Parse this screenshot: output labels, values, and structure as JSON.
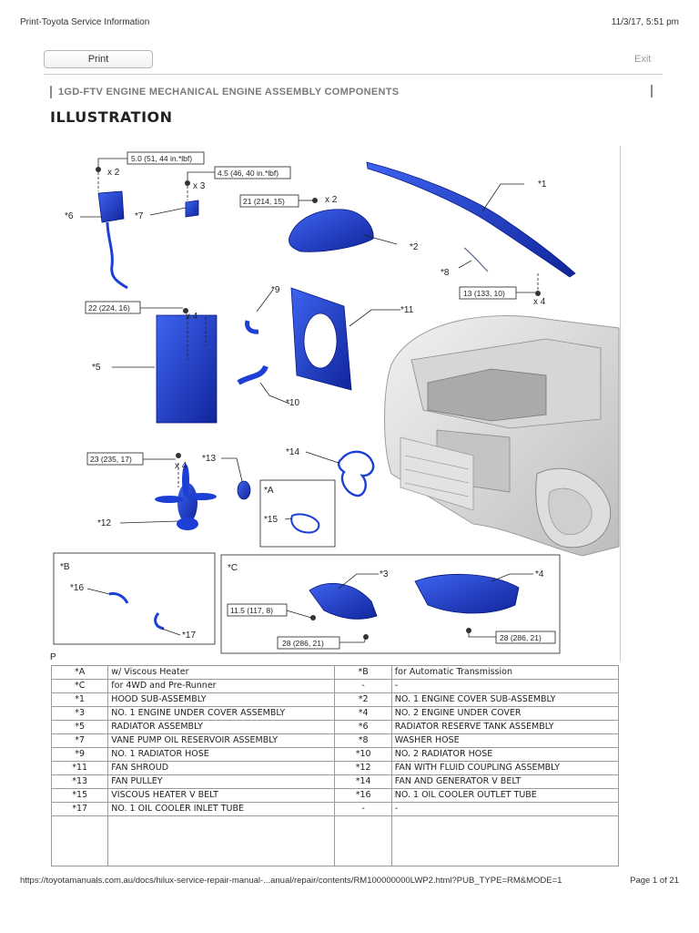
{
  "header": {
    "title": "Print-Toyota Service Information",
    "datetime": "11/3/17, 5:51 pm"
  },
  "toolbar": {
    "print_label": "Print",
    "exit_label": "Exit"
  },
  "breadcrumb": "1GD-FTV ENGINE MECHANICAL  ENGINE ASSEMBLY  COMPONENTS",
  "section_title": "ILLUSTRATION",
  "illustration": {
    "part_color": "#1d3fd6",
    "callouts": [
      "*1",
      "*2",
      "*3",
      "*4",
      "*5",
      "*6",
      "*7",
      "*8",
      "*9",
      "*10",
      "*11",
      "*12",
      "*13",
      "*14",
      "*15",
      "*16",
      "*17"
    ],
    "inset_labels": [
      "*A",
      "*B",
      "*C"
    ],
    "torque_labels": [
      "5.0 (51, 44 in.*lbf)",
      "4.5 (46, 40 in.*lbf)",
      "21 (214, 15)",
      "13 (133, 10)",
      "22 (224, 16)",
      "23 (235, 17)",
      "11.5 (117, 8)",
      "28 (286, 21)",
      "28 (286, 21)"
    ],
    "quantities": [
      "x 2",
      "x 3",
      "x 2",
      "x 4",
      "x 4",
      "x 4"
    ],
    "p_label": "P"
  },
  "legend": {
    "rows": [
      {
        "k1": "*A",
        "v1": "w/ Viscous Heater",
        "k2": "*B",
        "v2": "for Automatic Transmission"
      },
      {
        "k1": "*C",
        "v1": "for 4WD and Pre-Runner",
        "k2": "-",
        "v2": "-"
      },
      {
        "k1": "*1",
        "v1": "HOOD SUB-ASSEMBLY",
        "k2": "*2",
        "v2": "NO. 1 ENGINE COVER SUB-ASSEMBLY"
      },
      {
        "k1": "*3",
        "v1": "NO. 1 ENGINE UNDER COVER ASSEMBLY",
        "k2": "*4",
        "v2": "NO. 2 ENGINE UNDER COVER"
      },
      {
        "k1": "*5",
        "v1": "RADIATOR ASSEMBLY",
        "k2": "*6",
        "v2": "RADIATOR RESERVE TANK ASSEMBLY"
      },
      {
        "k1": "*7",
        "v1": "VANE PUMP OIL RESERVOIR ASSEMBLY",
        "k2": "*8",
        "v2": "WASHER HOSE"
      },
      {
        "k1": "*9",
        "v1": "NO. 1 RADIATOR HOSE",
        "k2": "*10",
        "v2": "NO. 2 RADIATOR HOSE"
      },
      {
        "k1": "*11",
        "v1": "FAN SHROUD",
        "k2": "*12",
        "v2": "FAN WITH FLUID COUPLING ASSEMBLY"
      },
      {
        "k1": "*13",
        "v1": "FAN PULLEY",
        "k2": "*14",
        "v2": "FAN AND GENERATOR V BELT"
      },
      {
        "k1": "*15",
        "v1": "VISCOUS HEATER V BELT",
        "k2": "*16",
        "v2": "NO. 1 OIL COOLER OUTLET TUBE"
      },
      {
        "k1": "*17",
        "v1": "NO. 1 OIL COOLER INLET TUBE",
        "k2": "-",
        "v2": "-"
      }
    ]
  },
  "footer": {
    "url": "https://toyotamanuals.com.au/docs/hilux-service-repair-manual-...anual/repair/contents/RM100000000LWP2.html?PUB_TYPE=RM&MODE=1",
    "page": "Page 1 of 21"
  }
}
